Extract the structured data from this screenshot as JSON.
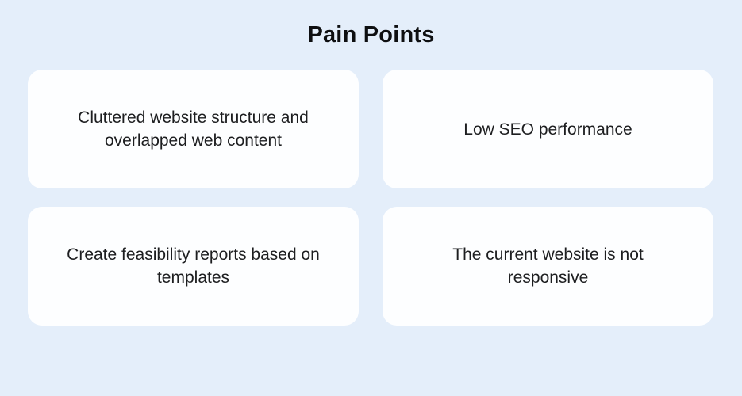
{
  "page": {
    "background_color": "#e4eefa",
    "card_background_color": "#fdfeff",
    "title_color": "#0e0f11",
    "card_text_color": "#1d1e20"
  },
  "header": {
    "title": "Pain Points"
  },
  "cards": [
    {
      "label": "Cluttered website structure and overlapped web content"
    },
    {
      "label": "Low SEO performance"
    },
    {
      "label": "Create feasibility reports based on templates"
    },
    {
      "label": "The current website is not responsive"
    }
  ]
}
